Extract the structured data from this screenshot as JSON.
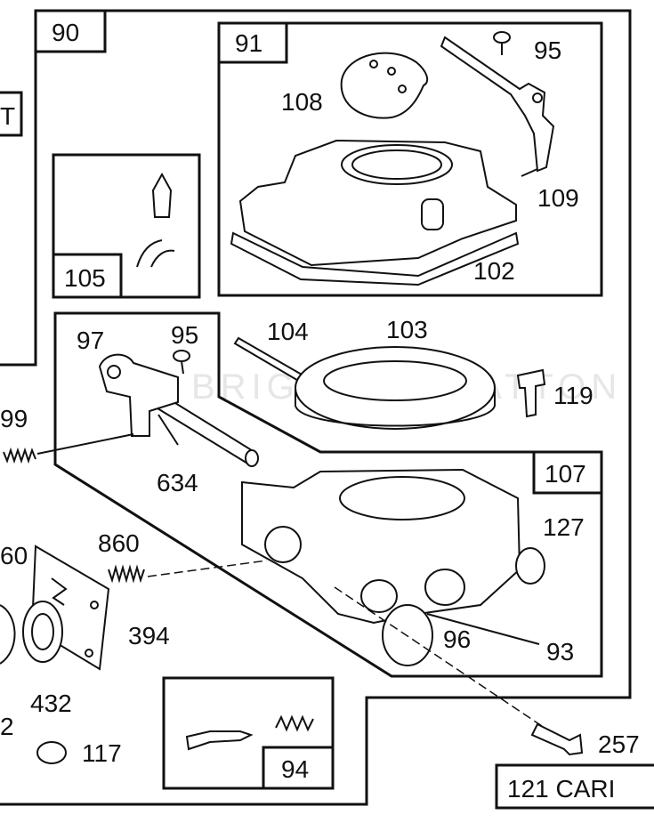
{
  "boxes": {
    "outer": "90",
    "top": "91",
    "small": "105",
    "middle": "107",
    "bottom": "94"
  },
  "parts": {
    "p95a": "95",
    "p108": "108",
    "p109": "109",
    "p102": "102",
    "p97": "97",
    "p95b": "95",
    "p104": "104",
    "p103": "103",
    "p119": "119",
    "p99": "99",
    "p634": "634",
    "p860": "860",
    "p60": "60",
    "p127": "127",
    "p394": "394",
    "p96": "96",
    "p93": "93",
    "p432": "432",
    "p2": "2",
    "p117": "117",
    "p257": "257"
  },
  "edge_labels": {
    "left_t": "T"
  },
  "footer_label": "121 CARI",
  "watermark": "BRIGGS&STRATTON"
}
